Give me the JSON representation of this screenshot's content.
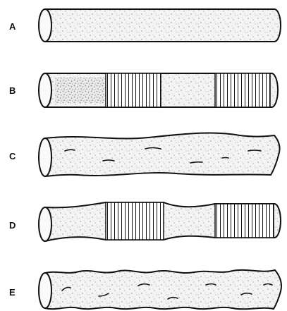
{
  "rows": [
    {
      "label": "A",
      "middle_section": "plain",
      "edge": "straight",
      "lesions": false
    },
    {
      "label": "B",
      "middle_section": "ringed",
      "edge": "straight",
      "lesions": false
    },
    {
      "label": "C",
      "middle_section": "plain",
      "edge": "wavy",
      "lesions": true
    },
    {
      "label": "D",
      "middle_section": "ringed",
      "edge": "constricted",
      "lesions": false
    },
    {
      "label": "E",
      "middle_section": "plain",
      "edge": "irregular",
      "lesions": true
    }
  ],
  "colors": {
    "ink": "#111111",
    "fill": "#f4f4f4",
    "stipple": "#8a8a8a"
  }
}
